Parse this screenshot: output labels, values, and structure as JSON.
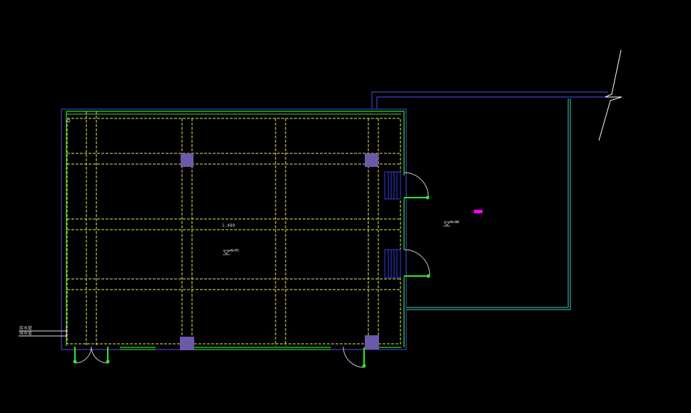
{
  "drawing": {
    "annotations": {
      "center_dimension": "1.480",
      "main_level": "-0.75",
      "right_level": "-0.30"
    },
    "legend_lines": [
      "给水管",
      "排水管"
    ],
    "colors": {
      "background": "#000000",
      "wall_green": "#2ee82e",
      "grid_yellow": "#e8e85a",
      "blue_outline": "#4040c8",
      "teal_outline": "#3aa89c",
      "column_fill": "#6a5aa8",
      "stair_blue": "#3a3ae0",
      "door_arc": "#c8c8c8",
      "marker_magenta": "#ff00ff",
      "break_line": "#ffffff"
    }
  }
}
